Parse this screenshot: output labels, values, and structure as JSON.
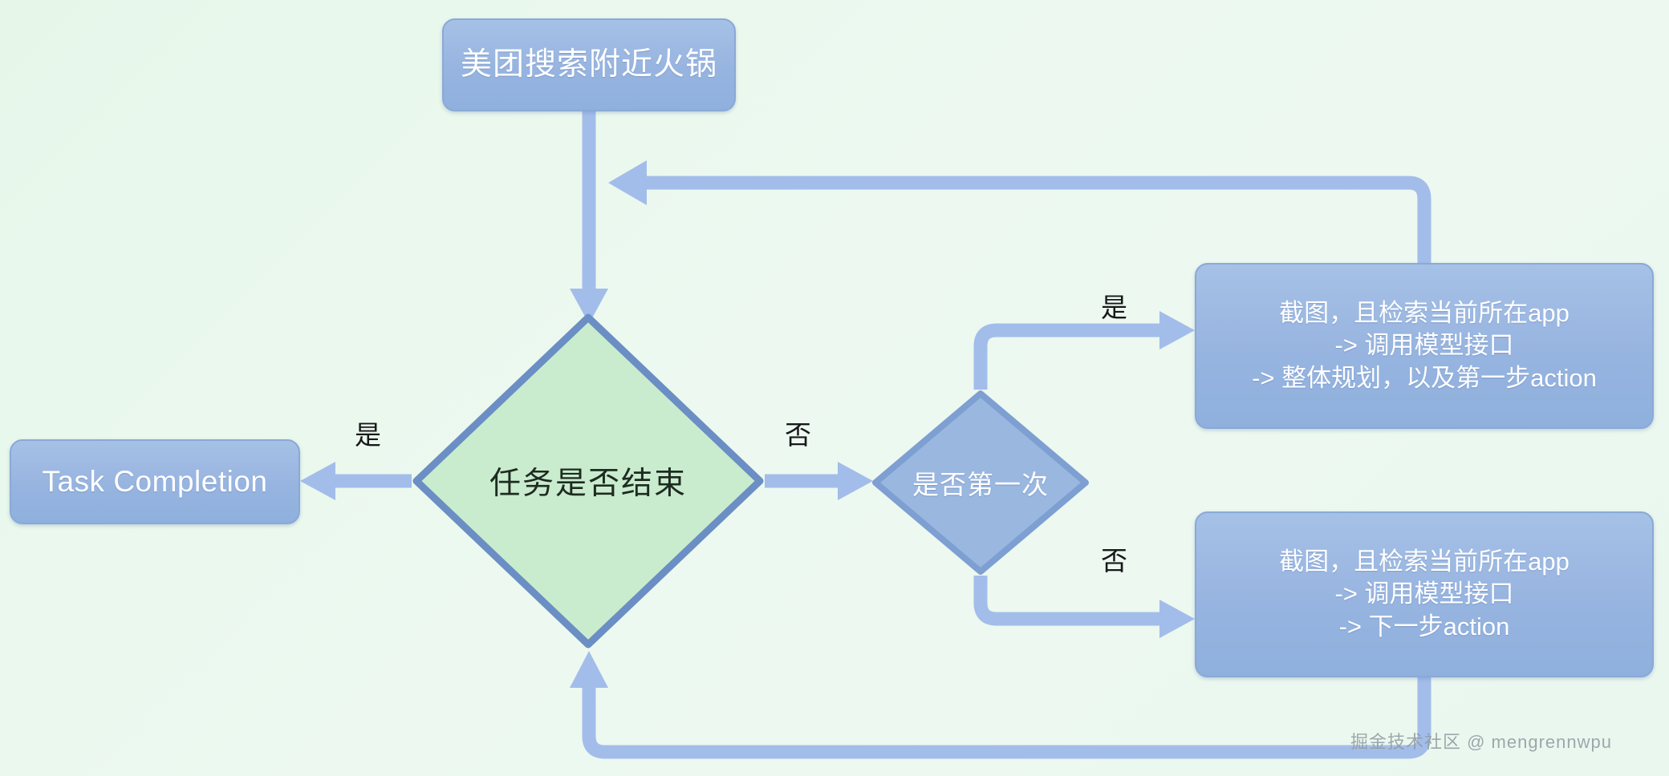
{
  "diagram": {
    "title": "Mobile agent task loop flowchart",
    "background_color": "#eaf8ee",
    "watermark": "掘金技术社区 @ mengrennwpu",
    "colors": {
      "background": "#eaf8ee",
      "process_fill": "#9ab7e0",
      "process_border": "#8aa9d6",
      "process_text": "#ffffff",
      "decision_green_fill": "#c9ecce",
      "decision_green_border": "#6b8ec4",
      "decision_blue_fill": "#9ab7e0",
      "decision_blue_border": "#6b8ec4",
      "arrow": "#a3bdea",
      "edge_label_text": "#17181a"
    },
    "nodes": {
      "start": {
        "id": "start",
        "shape": "rounded-rect",
        "label": "美团搜索附近火锅"
      },
      "task_end": {
        "id": "task_end",
        "shape": "diamond",
        "label": "任务是否结束"
      },
      "task_completion": {
        "id": "task_completion",
        "shape": "rounded-rect",
        "label": "Task Completion"
      },
      "is_first": {
        "id": "is_first",
        "shape": "diamond",
        "label": "是否第一次"
      },
      "first_step": {
        "id": "first_step",
        "shape": "rounded-rect",
        "label": "截图，且检索当前所在app\n-> 调用模型接口\n-> 整体规划，以及第一步action"
      },
      "next_step": {
        "id": "next_step",
        "shape": "rounded-rect",
        "label": "截图，且检索当前所在app\n-> 调用模型接口\n-> 下一步action"
      }
    },
    "edge_labels": {
      "task_end_yes": "是",
      "task_end_no": "否",
      "is_first_yes": "是",
      "is_first_no": "否"
    },
    "edges": [
      {
        "from": "start",
        "to": "task_end",
        "label": ""
      },
      {
        "from": "task_end",
        "to": "task_completion",
        "label": "是"
      },
      {
        "from": "task_end",
        "to": "is_first",
        "label": "否"
      },
      {
        "from": "is_first",
        "to": "first_step",
        "label": "是"
      },
      {
        "from": "is_first",
        "to": "next_step",
        "label": "否"
      },
      {
        "from": "first_step",
        "to": "task_end",
        "label": ""
      },
      {
        "from": "next_step",
        "to": "task_end",
        "label": ""
      }
    ]
  }
}
